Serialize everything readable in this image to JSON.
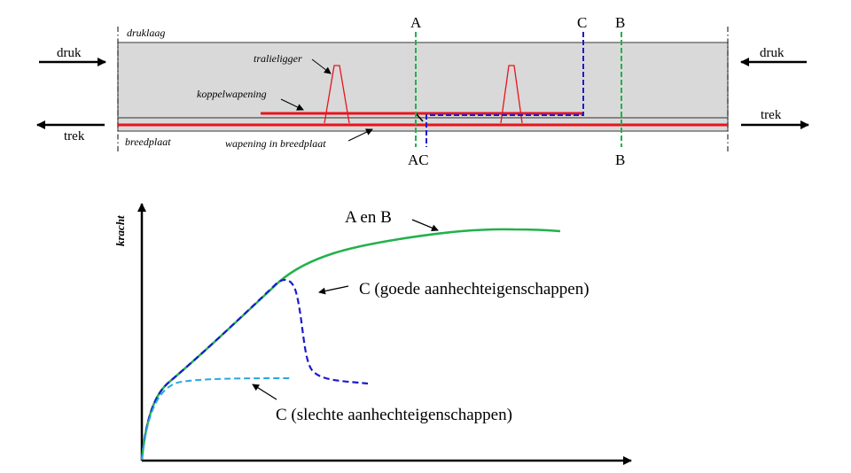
{
  "top": {
    "druklaag": "druklaag",
    "breedplaat": "breedplaat",
    "tralieligger": "tralieligger",
    "koppelwapening": "koppelwapening",
    "wapening_in_breedplaat": "wapening in breedplaat",
    "druk_left": "druk",
    "druk_right": "druk",
    "trek_left": "trek",
    "trek_right": "trek",
    "sec_a_top": "A",
    "sec_c_top": "C",
    "sec_b_top": "B",
    "sec_ac_bottom": "AC",
    "sec_b_bottom": "B"
  },
  "graph": {
    "ylabel": "kracht",
    "label_ab": "A en B",
    "label_c_good": "C (goede aanhechteigenschappen)",
    "label_c_bad": "C (slechte aanhechteigenschappen)"
  },
  "colors": {
    "slab_fill": "#d9d9d9",
    "rebar": "#e8141c",
    "green": "#22b14c",
    "blue": "#1b1bcc",
    "lightblue": "#29a8e0",
    "black": "#000000"
  }
}
